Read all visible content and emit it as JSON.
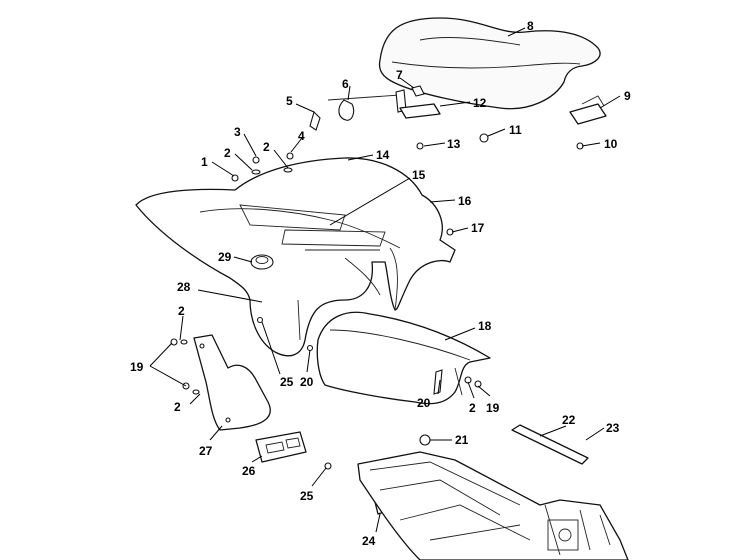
{
  "diagram": {
    "callouts": [
      {
        "id": "c1",
        "text": "1"
      },
      {
        "id": "c2a",
        "text": "2"
      },
      {
        "id": "c3",
        "text": "3"
      },
      {
        "id": "c2b",
        "text": "2"
      },
      {
        "id": "c4",
        "text": "4"
      },
      {
        "id": "c5",
        "text": "5"
      },
      {
        "id": "c6",
        "text": "6"
      },
      {
        "id": "c7",
        "text": "7"
      },
      {
        "id": "c8",
        "text": "8"
      },
      {
        "id": "c9",
        "text": "9"
      },
      {
        "id": "c10",
        "text": "10"
      },
      {
        "id": "c11",
        "text": "11"
      },
      {
        "id": "c12",
        "text": "12"
      },
      {
        "id": "c13",
        "text": "13"
      },
      {
        "id": "c14",
        "text": "14"
      },
      {
        "id": "c15",
        "text": "15"
      },
      {
        "id": "c16",
        "text": "16"
      },
      {
        "id": "c17",
        "text": "17"
      },
      {
        "id": "c18",
        "text": "18"
      },
      {
        "id": "c19a",
        "text": "19"
      },
      {
        "id": "c19b",
        "text": "19"
      },
      {
        "id": "c2c",
        "text": "2"
      },
      {
        "id": "c2d",
        "text": "2"
      },
      {
        "id": "c2e",
        "text": "2"
      },
      {
        "id": "c20a",
        "text": "20"
      },
      {
        "id": "c20b",
        "text": "20"
      },
      {
        "id": "c21",
        "text": "21"
      },
      {
        "id": "c22",
        "text": "22"
      },
      {
        "id": "c23",
        "text": "23"
      },
      {
        "id": "c24",
        "text": "24"
      },
      {
        "id": "c25a",
        "text": "25"
      },
      {
        "id": "c25b",
        "text": "25"
      },
      {
        "id": "c26",
        "text": "26"
      },
      {
        "id": "c27",
        "text": "27"
      },
      {
        "id": "c28",
        "text": "28"
      },
      {
        "id": "c29",
        "text": "29"
      }
    ]
  }
}
